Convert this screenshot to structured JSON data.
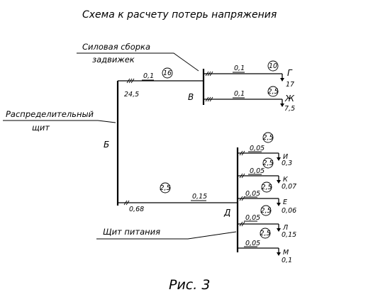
{
  "title": "Схема к расчету потерь напряжения",
  "caption": "Рис. 3",
  "labels": {
    "silovaya_1": "Силовая сборка",
    "silovaya_2": "задвижек",
    "raspred_1": "Распределительный",
    "raspred_2": "щит",
    "shchit_pitaniya": "Щит питания"
  },
  "nodes": {
    "B_cyr": "Б",
    "V": "В",
    "D": "Д"
  },
  "branch_upper": {
    "length": "0,1",
    "section": "16",
    "load": "24,5"
  },
  "branch_lower": {
    "length": "0,15",
    "section": "2,5",
    "load": "0,68"
  },
  "feeders_v": [
    {
      "length": "0,1",
      "section": "10",
      "name": "Г",
      "load": "17"
    },
    {
      "length": "0,1",
      "section": "2,5",
      "name": "Ж",
      "load": "7,5"
    }
  ],
  "feeders_d": [
    {
      "length": "0,05",
      "section": "2,5",
      "name": "И",
      "load": "0,3"
    },
    {
      "length": "0,05",
      "section": "2,5",
      "name": "К",
      "load": "0,07"
    },
    {
      "length": "0,05",
      "section": "2,5",
      "name": "Е",
      "load": "0,06"
    },
    {
      "length": "0,05",
      "section": "2,5",
      "name": "Л",
      "load": "0,15"
    },
    {
      "length": "0,05",
      "section": "",
      "name": "М",
      "load": "0,1"
    }
  ]
}
